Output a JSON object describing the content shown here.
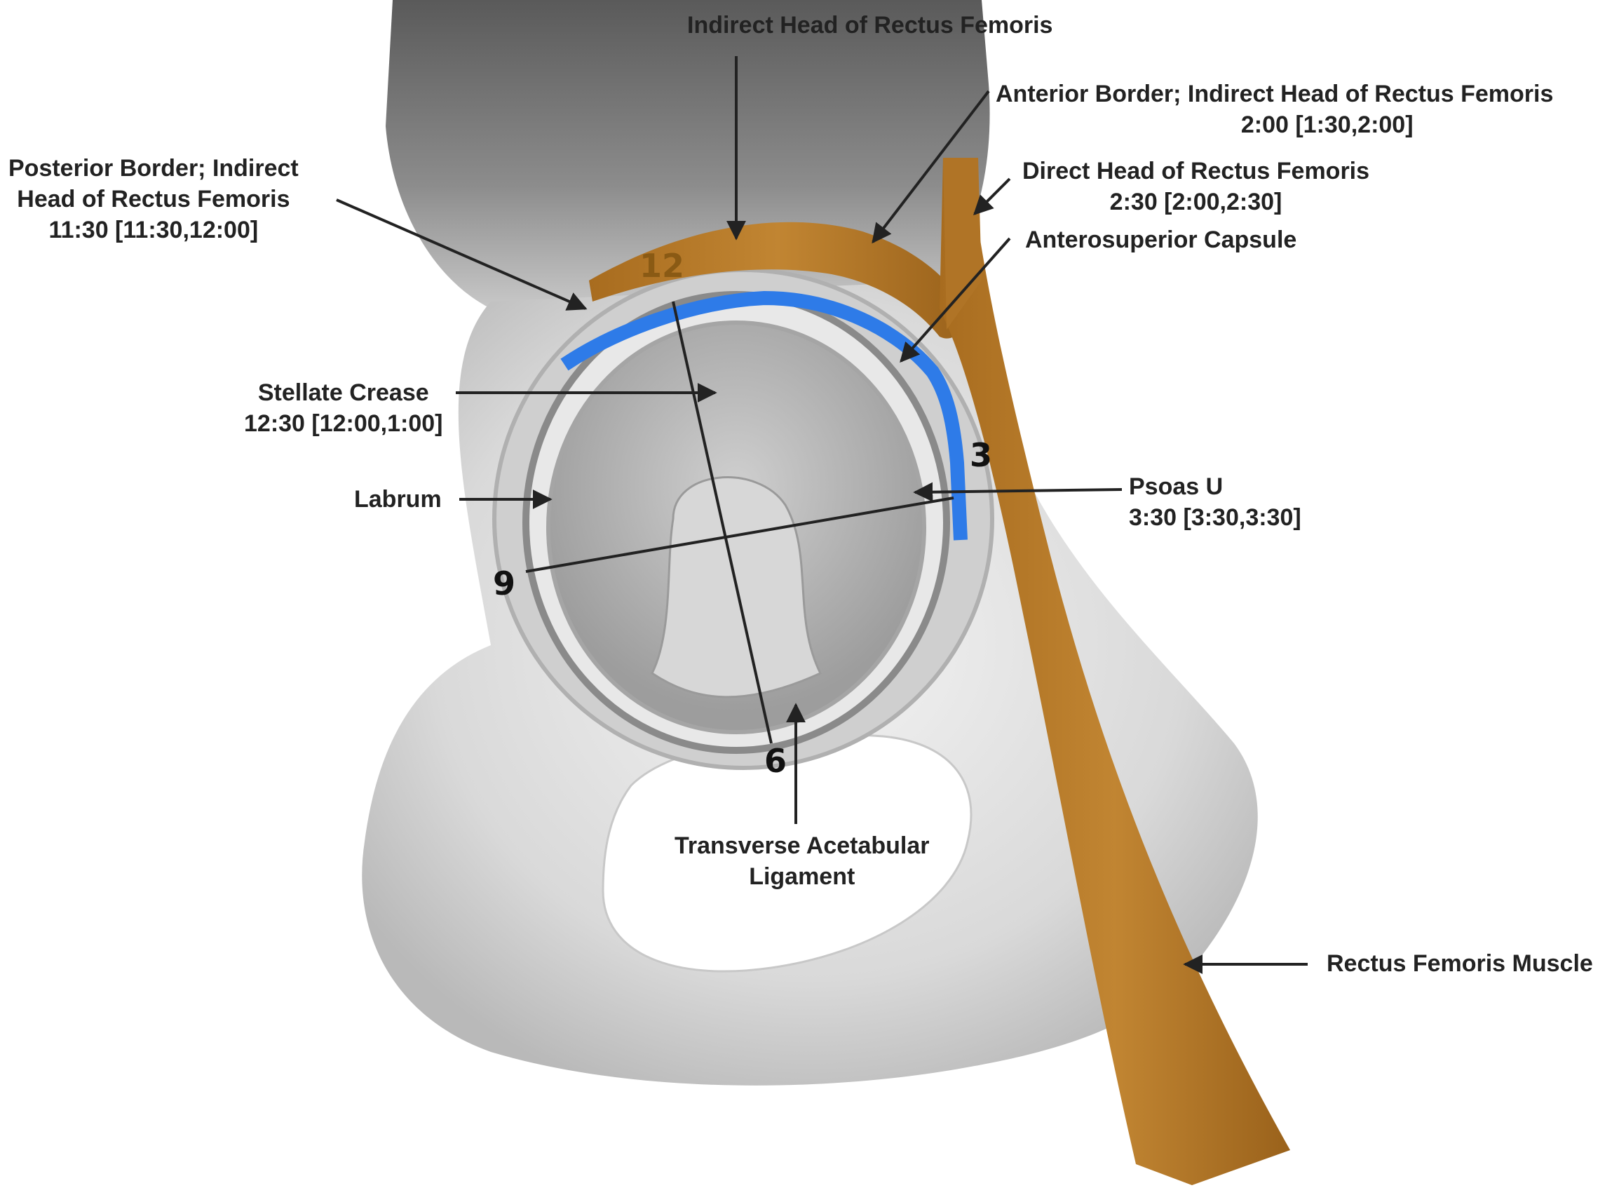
{
  "labels": {
    "indirect_head": "Indirect Head of Rectus Femoris",
    "anterior_border": {
      "line1": "Anterior Border;  Indirect Head of Rectus Femoris",
      "line2": "2:00 [1:30,2:00]"
    },
    "posterior_border": {
      "line1": "Posterior Border; Indirect",
      "line2": "Head of Rectus Femoris",
      "line3": "11:30  [11:30,12:00]"
    },
    "direct_head": {
      "line1": "Direct Head of Rectus Femoris",
      "line2": "2:30 [2:00,2:30]"
    },
    "anterosuperior_capsule": "Anterosuperior Capsule",
    "stellate_crease": {
      "line1": "Stellate Crease",
      "line2": "12:30 [12:00,1:00]"
    },
    "labrum": "Labrum",
    "psoas_u": {
      "line1": "Psoas U",
      "line2": "3:30 [3:30,3:30]"
    },
    "transverse_ligament": {
      "line1": "Transverse Acetabular",
      "line2": "Ligament"
    },
    "rectus_muscle": "Rectus Femoris Muscle"
  },
  "clock_positions": {
    "twelve": "12",
    "three": "3",
    "six": "6",
    "nine": "9"
  },
  "colors": {
    "tendon": "#b5782a",
    "labrum_band": "#2e7be8",
    "bone": "#e2e2e2",
    "leader_lines": "#222222"
  }
}
